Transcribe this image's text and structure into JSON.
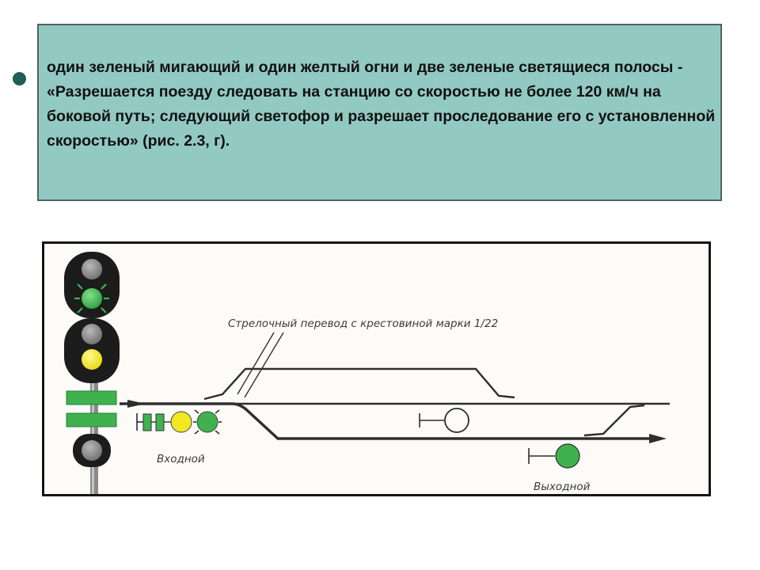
{
  "slide": {
    "description_text": "один зеленый мигающий и один желтый огни и две зеленые светящиеся полосы - «Разрешается поезду следовать на станцию со скоростью не более 120  км/ч на боковой путь; следующий светофор и разрешает проследование его с установленной скоростью» (рис. 2.3, г)."
  },
  "diagram": {
    "turnout_label": "Стрелочный перевод с крестовиной марки 1/22",
    "entry_signal_label": "Входной",
    "exit_signal_label": "Выходной"
  },
  "colors": {
    "box_fill": "#93c9c3",
    "bullet": "#1f5e57",
    "signal_green": "#3fb24f",
    "signal_yellow": "#f1e822",
    "signal_off": "#8f8f8f",
    "signal_body": "#1c1c1c"
  }
}
